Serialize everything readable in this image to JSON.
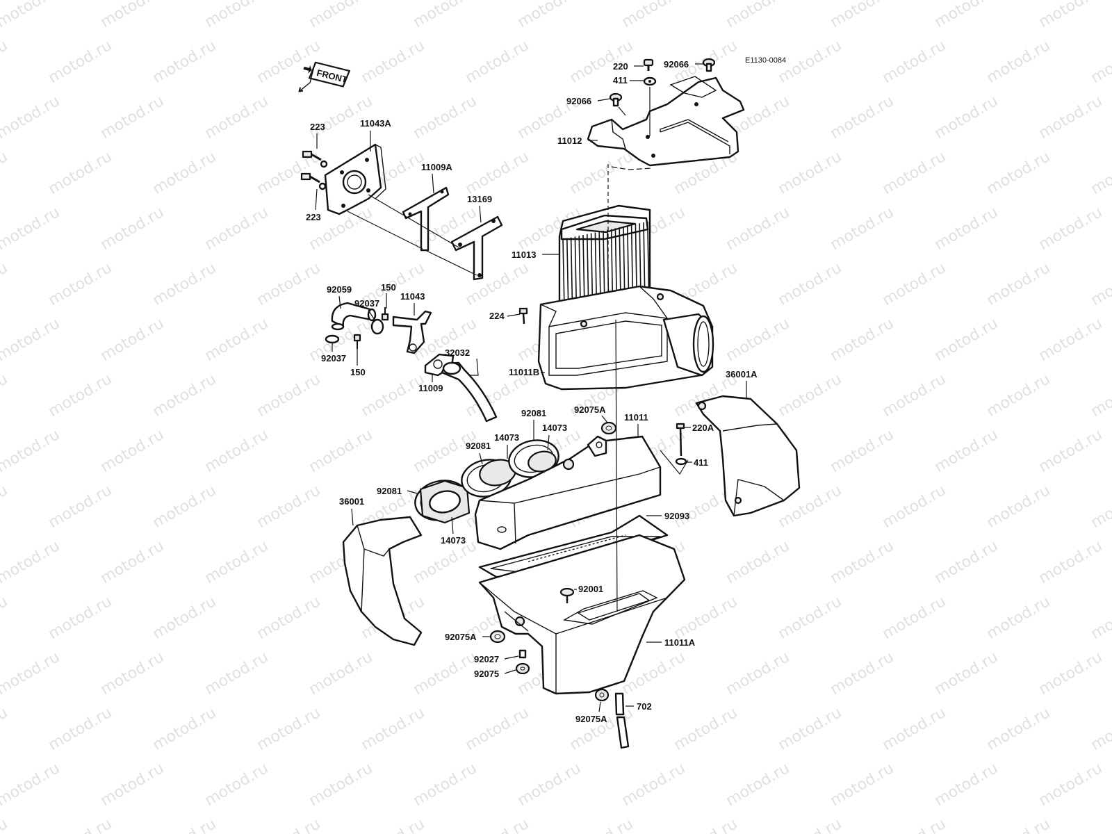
{
  "diagram": {
    "code": "E1130-0084",
    "watermark": "motod.ru",
    "front_label": "FRONT",
    "labels": {
      "p220": "220",
      "p92066a": "92066",
      "p411a": "411",
      "p92066b": "92066",
      "p11012": "11012",
      "p223a": "223",
      "p11043A": "11043A",
      "p11009A": "11009A",
      "p13169": "13169",
      "p223b": "223",
      "p11013": "11013",
      "p92059": "92059",
      "p150a": "150",
      "p11043": "11043",
      "p92037a": "92037",
      "p224": "224",
      "p92037b": "92037",
      "p150b": "150",
      "p32032": "32032",
      "p11011B": "11011B",
      "p11009": "11009",
      "p36001A": "36001A",
      "p92075Aa": "92075A",
      "p92081a": "92081",
      "p11011": "11011",
      "p220A": "220A",
      "p14073a": "14073",
      "p14073b": "14073",
      "p92081b": "92081",
      "p411b": "411",
      "p92081c": "92081",
      "p36001": "36001",
      "p92093": "92093",
      "p14073c": "14073",
      "p92001": "92001",
      "p92075Ab": "92075A",
      "p11011A": "11011A",
      "p92027": "92027",
      "p92075": "92075",
      "p702": "702",
      "p92075Ac": "92075A"
    }
  }
}
